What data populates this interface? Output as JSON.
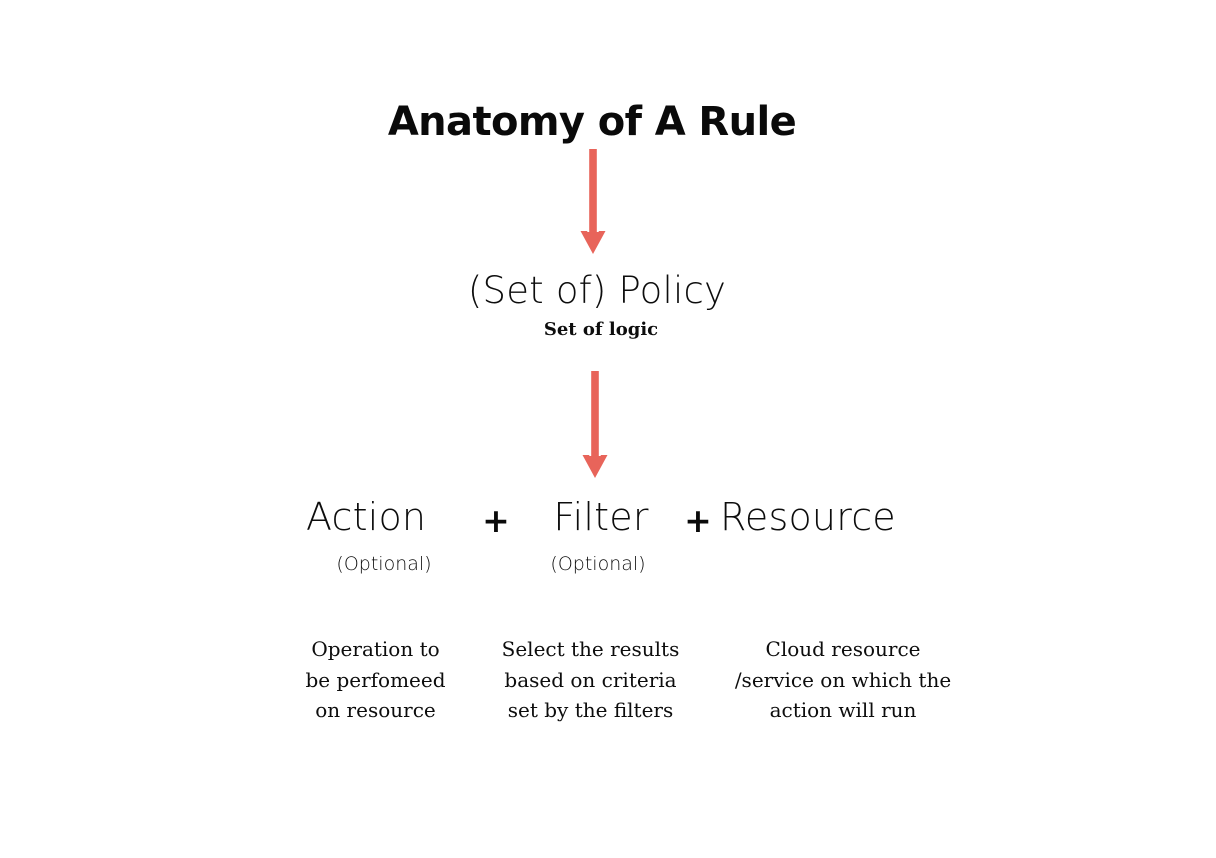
{
  "canvas": {
    "background": "#ffffff",
    "text_color": "#0d0d0d",
    "accent": "#e8645a"
  },
  "title": "Anatomy of A Rule",
  "policy": {
    "label": "(Set of) Policy",
    "sublabel": "Set of logic"
  },
  "arrows": [
    {
      "name": "arrow-title-to-policy",
      "color": "#e8645a",
      "direction": "down"
    },
    {
      "name": "arrow-policy-to-parts",
      "color": "#e8645a",
      "direction": "down"
    }
  ],
  "parts": {
    "action": {
      "term": "Action",
      "optional": "(Optional)",
      "description": "Operation to\nbe perfomeed\non resource"
    },
    "operator_1": "+",
    "filter": {
      "term": "Filter",
      "optional": "(Optional)",
      "description": "Select the results\nbased on criteria\nset by the filters"
    },
    "operator_2": "+",
    "resource": {
      "term": "Resource",
      "optional": "",
      "description": "Cloud resource\n/service on which the\naction will run"
    }
  }
}
